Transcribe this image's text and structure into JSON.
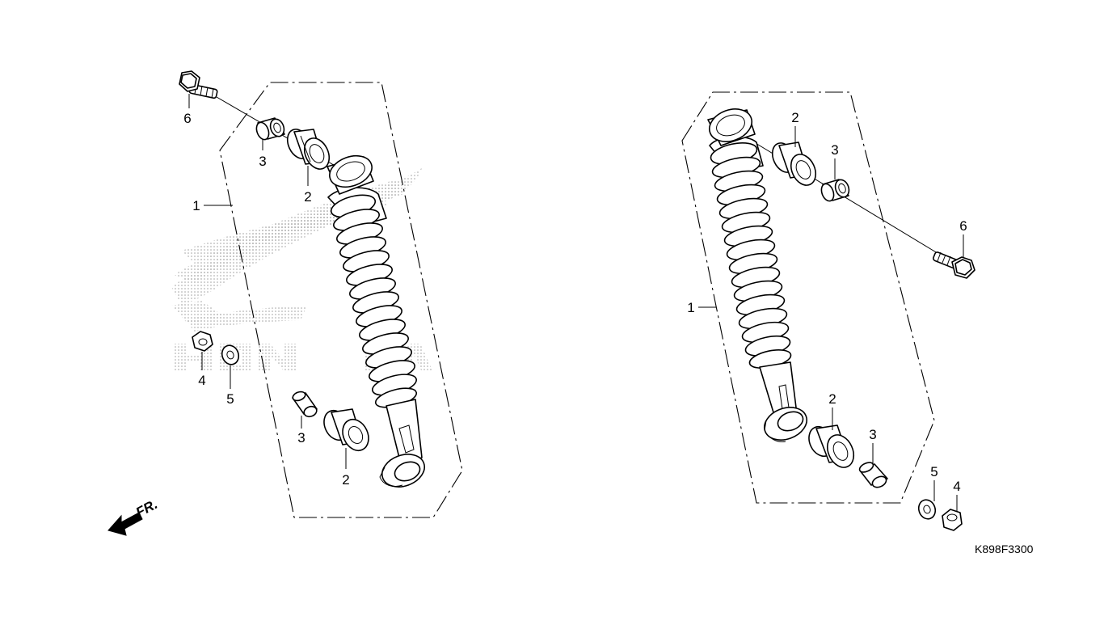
{
  "watermark": {
    "brand": "HONDA"
  },
  "diagram_code": "K898F3300",
  "front_indicator": "FR.",
  "callouts": {
    "left": {
      "shock_assembly": "1",
      "bush_upper": "2",
      "bush_lower": "2",
      "collar_upper": "3",
      "collar_lower": "3",
      "nut": "4",
      "washer": "5",
      "bolt": "6"
    },
    "right": {
      "shock_assembly": "1",
      "bush_upper": "2",
      "bush_lower": "2",
      "collar_upper": "3",
      "collar_lower": "3",
      "nut": "4",
      "washer": "5",
      "bolt": "6"
    }
  },
  "colors": {
    "line": "#000000",
    "background": "#ffffff",
    "watermark": "#9a9a9a"
  }
}
